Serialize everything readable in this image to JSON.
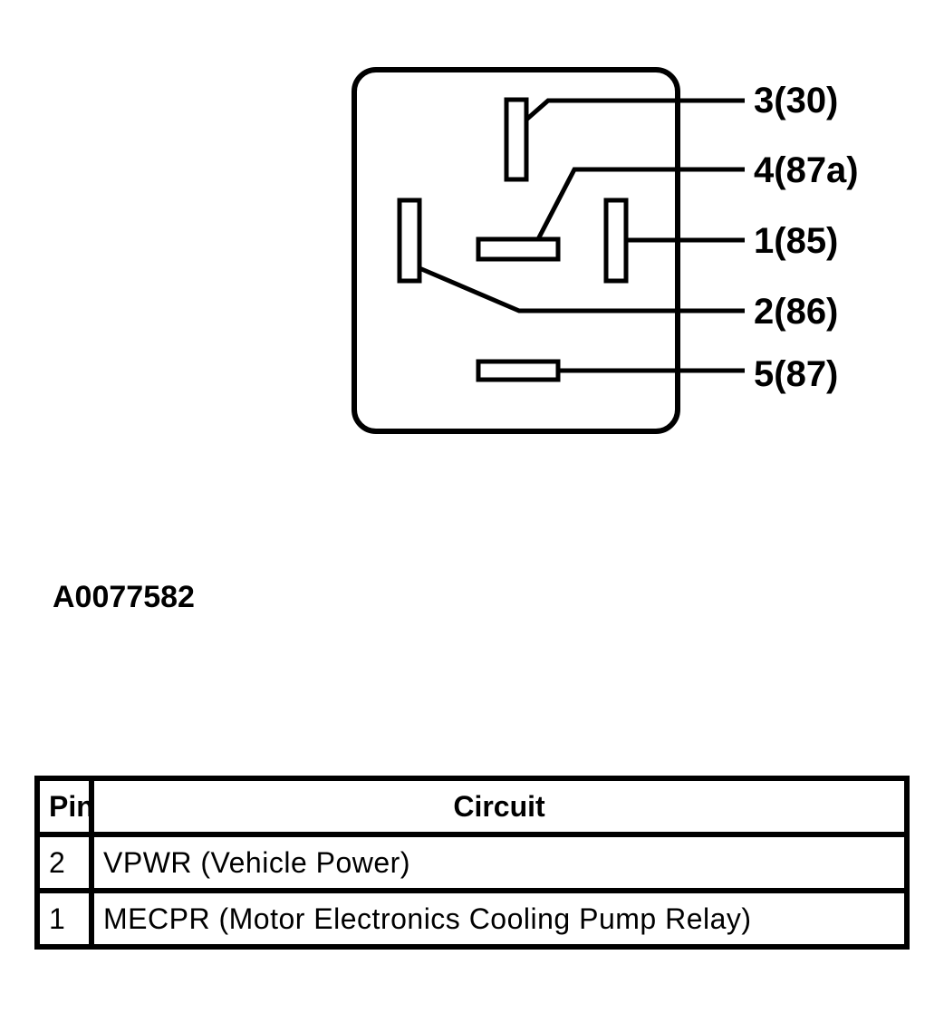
{
  "diagram": {
    "pins": [
      {
        "id": "pin-3",
        "label": "3(30)"
      },
      {
        "id": "pin-4",
        "label": "4(87a)"
      },
      {
        "id": "pin-1",
        "label": "1(85)"
      },
      {
        "id": "pin-2",
        "label": "2(86)"
      },
      {
        "id": "pin-5",
        "label": "5(87)"
      }
    ],
    "figure_id": "A0077582"
  },
  "table": {
    "headers": {
      "pin": "Pin",
      "circuit": "Circuit"
    },
    "rows": [
      {
        "pin": "2",
        "circuit": "VPWR (Vehicle Power)"
      },
      {
        "pin": "1",
        "circuit": "MECPR (Motor Electronics Cooling Pump Relay)"
      }
    ]
  }
}
